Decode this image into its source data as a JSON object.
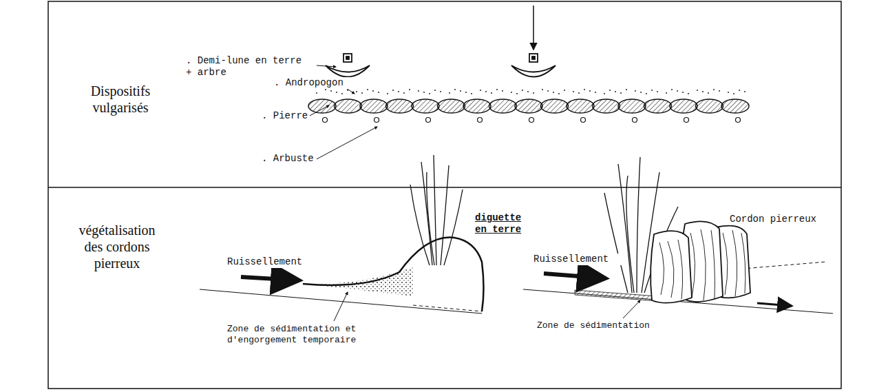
{
  "diagram": {
    "labels": [
      "Dispositifs vulgarisés",
      "végétalisation des cordons pierreux",
      ". Demi-lune en terre + arbre",
      ". Andropogon",
      ". Pierre",
      ". Arbuste",
      "Ruissellement",
      "diguette en terre",
      "Zone de sédimentation et d'engorgement temporaire",
      "Ruissellement",
      "Cordon pierreux",
      "Zone de sédimentation"
    ]
  }
}
